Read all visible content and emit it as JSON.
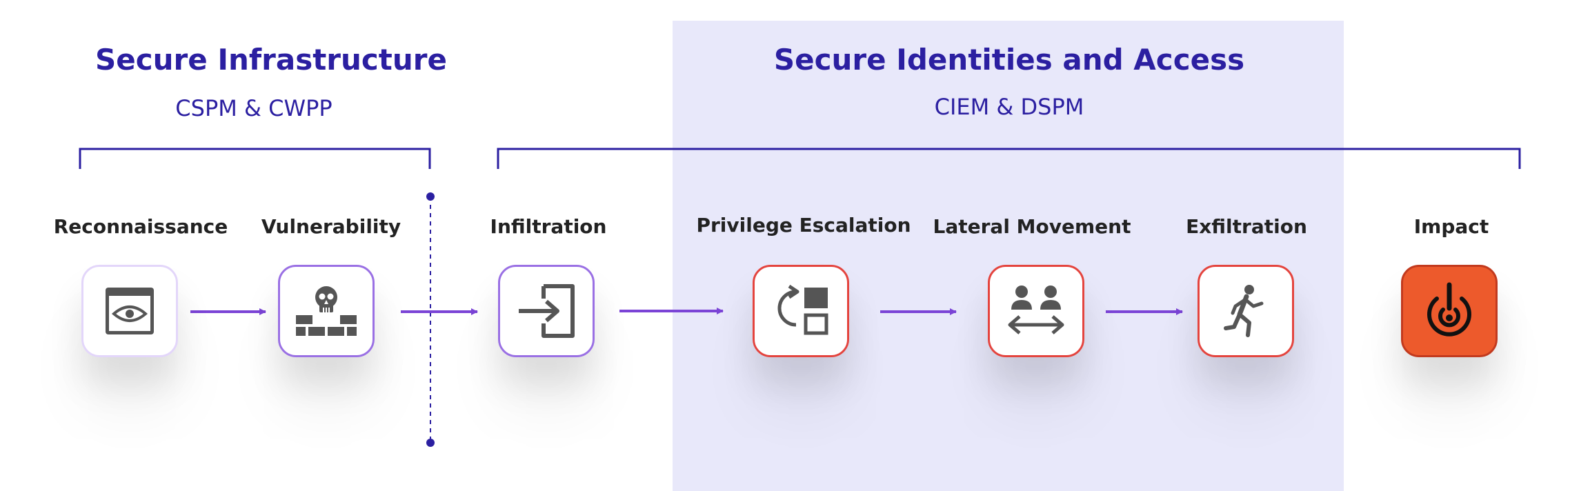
{
  "sections": [
    {
      "title": "Secure Infrastructure",
      "subtitle": "CSPM & CWPP"
    },
    {
      "title": "Secure Identities and Access",
      "subtitle": "CIEM & DSPM"
    }
  ],
  "stages": [
    {
      "label": "Reconnaissance",
      "icon": "browser-eye-icon",
      "style": "light"
    },
    {
      "label": "Vulnerability",
      "icon": "skull-wall-icon",
      "style": "purple"
    },
    {
      "label": "Infiltration",
      "icon": "sign-in-icon",
      "style": "purple"
    },
    {
      "label": "Privilege Escalation",
      "icon": "privilege-escalation-icon",
      "style": "red"
    },
    {
      "label": "Lateral Movement",
      "icon": "users-arrows-icon",
      "style": "red"
    },
    {
      "label": "Exfiltration",
      "icon": "running-person-icon",
      "style": "red"
    },
    {
      "label": "Impact",
      "icon": "target-alert-icon",
      "style": "solid"
    }
  ],
  "colors": {
    "accent": "#2b1fa1",
    "arrow": "#7b44d6",
    "band": "#e8e8fa",
    "purple_border": "#9a70e4",
    "red_border": "#e4443e",
    "impact_fill": "#ed5a2c",
    "icon_gray": "#555555"
  }
}
